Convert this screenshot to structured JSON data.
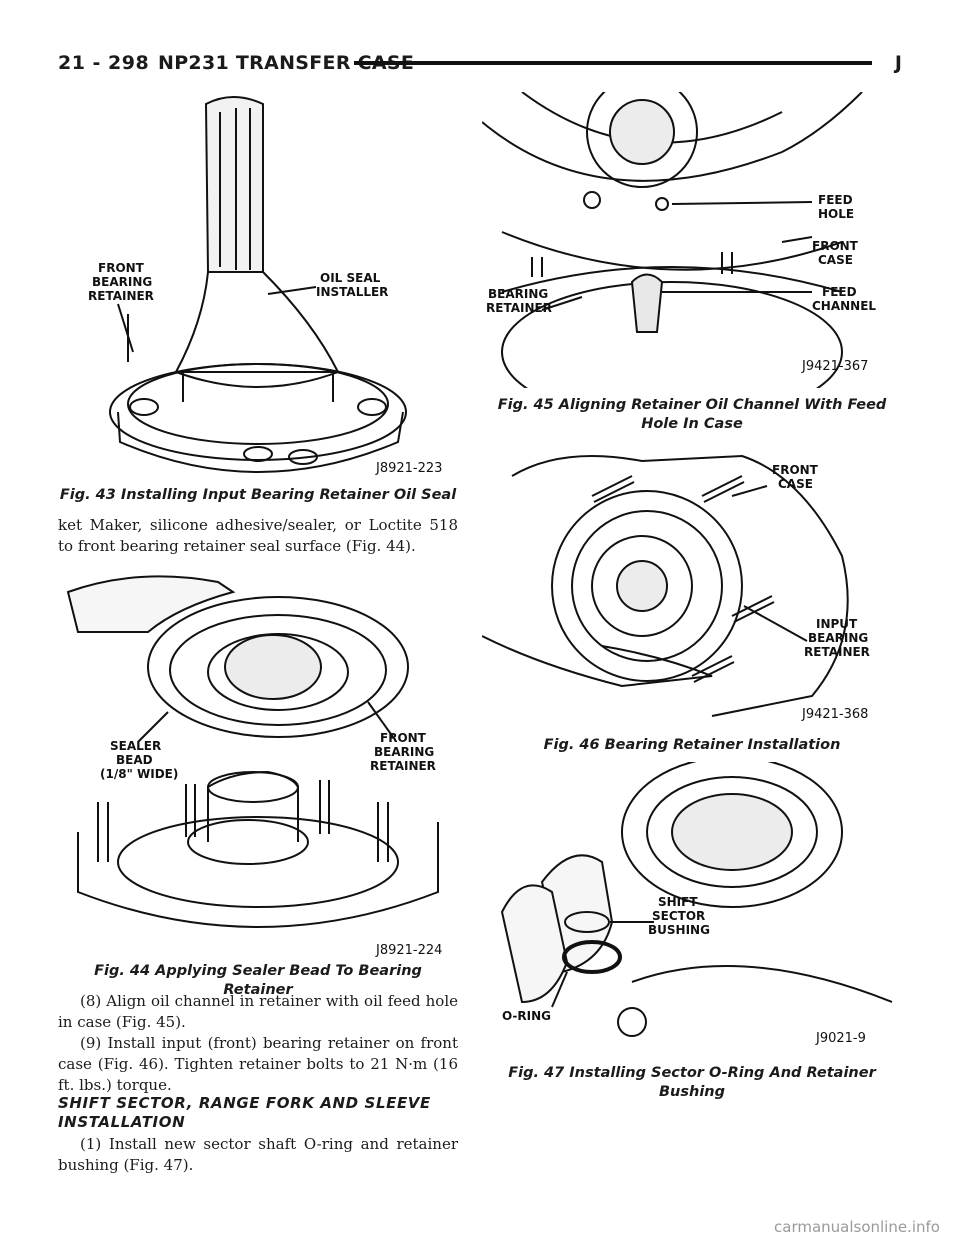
{
  "header": {
    "page_number": "21 - 298",
    "section_title": "NP231 TRANSFER CASE",
    "letter": "J"
  },
  "figures": {
    "fig43": {
      "labels": [
        "FRONT",
        "BEARING",
        "RETAINER",
        "OIL SEAL",
        "INSTALLER"
      ],
      "code": "J8921-223",
      "caption": "Fig. 43 Installing Input Bearing Retainer Oil Seal"
    },
    "fig44": {
      "labels": [
        "SEALER",
        "BEAD",
        "(1/8\" WIDE)",
        "FRONT",
        "BEARING",
        "RETAINER"
      ],
      "code": "J8921-224",
      "caption": "Fig. 44 Applying Sealer Bead To Bearing Retainer"
    },
    "fig45": {
      "labels": [
        "FEED",
        "HOLE",
        "FRONT",
        "CASE",
        "BEARING",
        "RETAINER",
        "FEED",
        "CHANNEL"
      ],
      "code": "J9421-367",
      "caption_line1": "Fig. 45 Aligning Retainer Oil Channel With Feed",
      "caption_line2": "Hole In Case"
    },
    "fig46": {
      "labels": [
        "FRONT",
        "CASE",
        "INPUT",
        "BEARING",
        "RETAINER"
      ],
      "code": "J9421-368",
      "caption": "Fig. 46 Bearing Retainer Installation"
    },
    "fig47": {
      "labels": [
        "SHIFT",
        "SECTOR",
        "BUSHING",
        "O-RING"
      ],
      "code": "J9021-9",
      "caption_line1": "Fig. 47 Installing Sector O-Ring And Retainer",
      "caption_line2": "Bushing"
    }
  },
  "text": {
    "para_continued": "ket Maker, silicone adhesive/sealer, or Loctite 518 to front bearing retainer seal surface (Fig. 44).",
    "step8": "(8) Align oil channel in retainer with oil feed hole in case (Fig. 45).",
    "step9": "(9) Install input (front) bearing retainer on front case (Fig. 46). Tighten retainer bolts to 21 N·m (16 ft. lbs.) torque.",
    "section_heading_line1": "SHIFT SECTOR, RANGE FORK AND SLEEVE",
    "section_heading_line2": "INSTALLATION",
    "step1": "(1) Install new sector shaft O-ring and retainer bushing (Fig. 47)."
  },
  "watermark": "carmanualsonline.info"
}
